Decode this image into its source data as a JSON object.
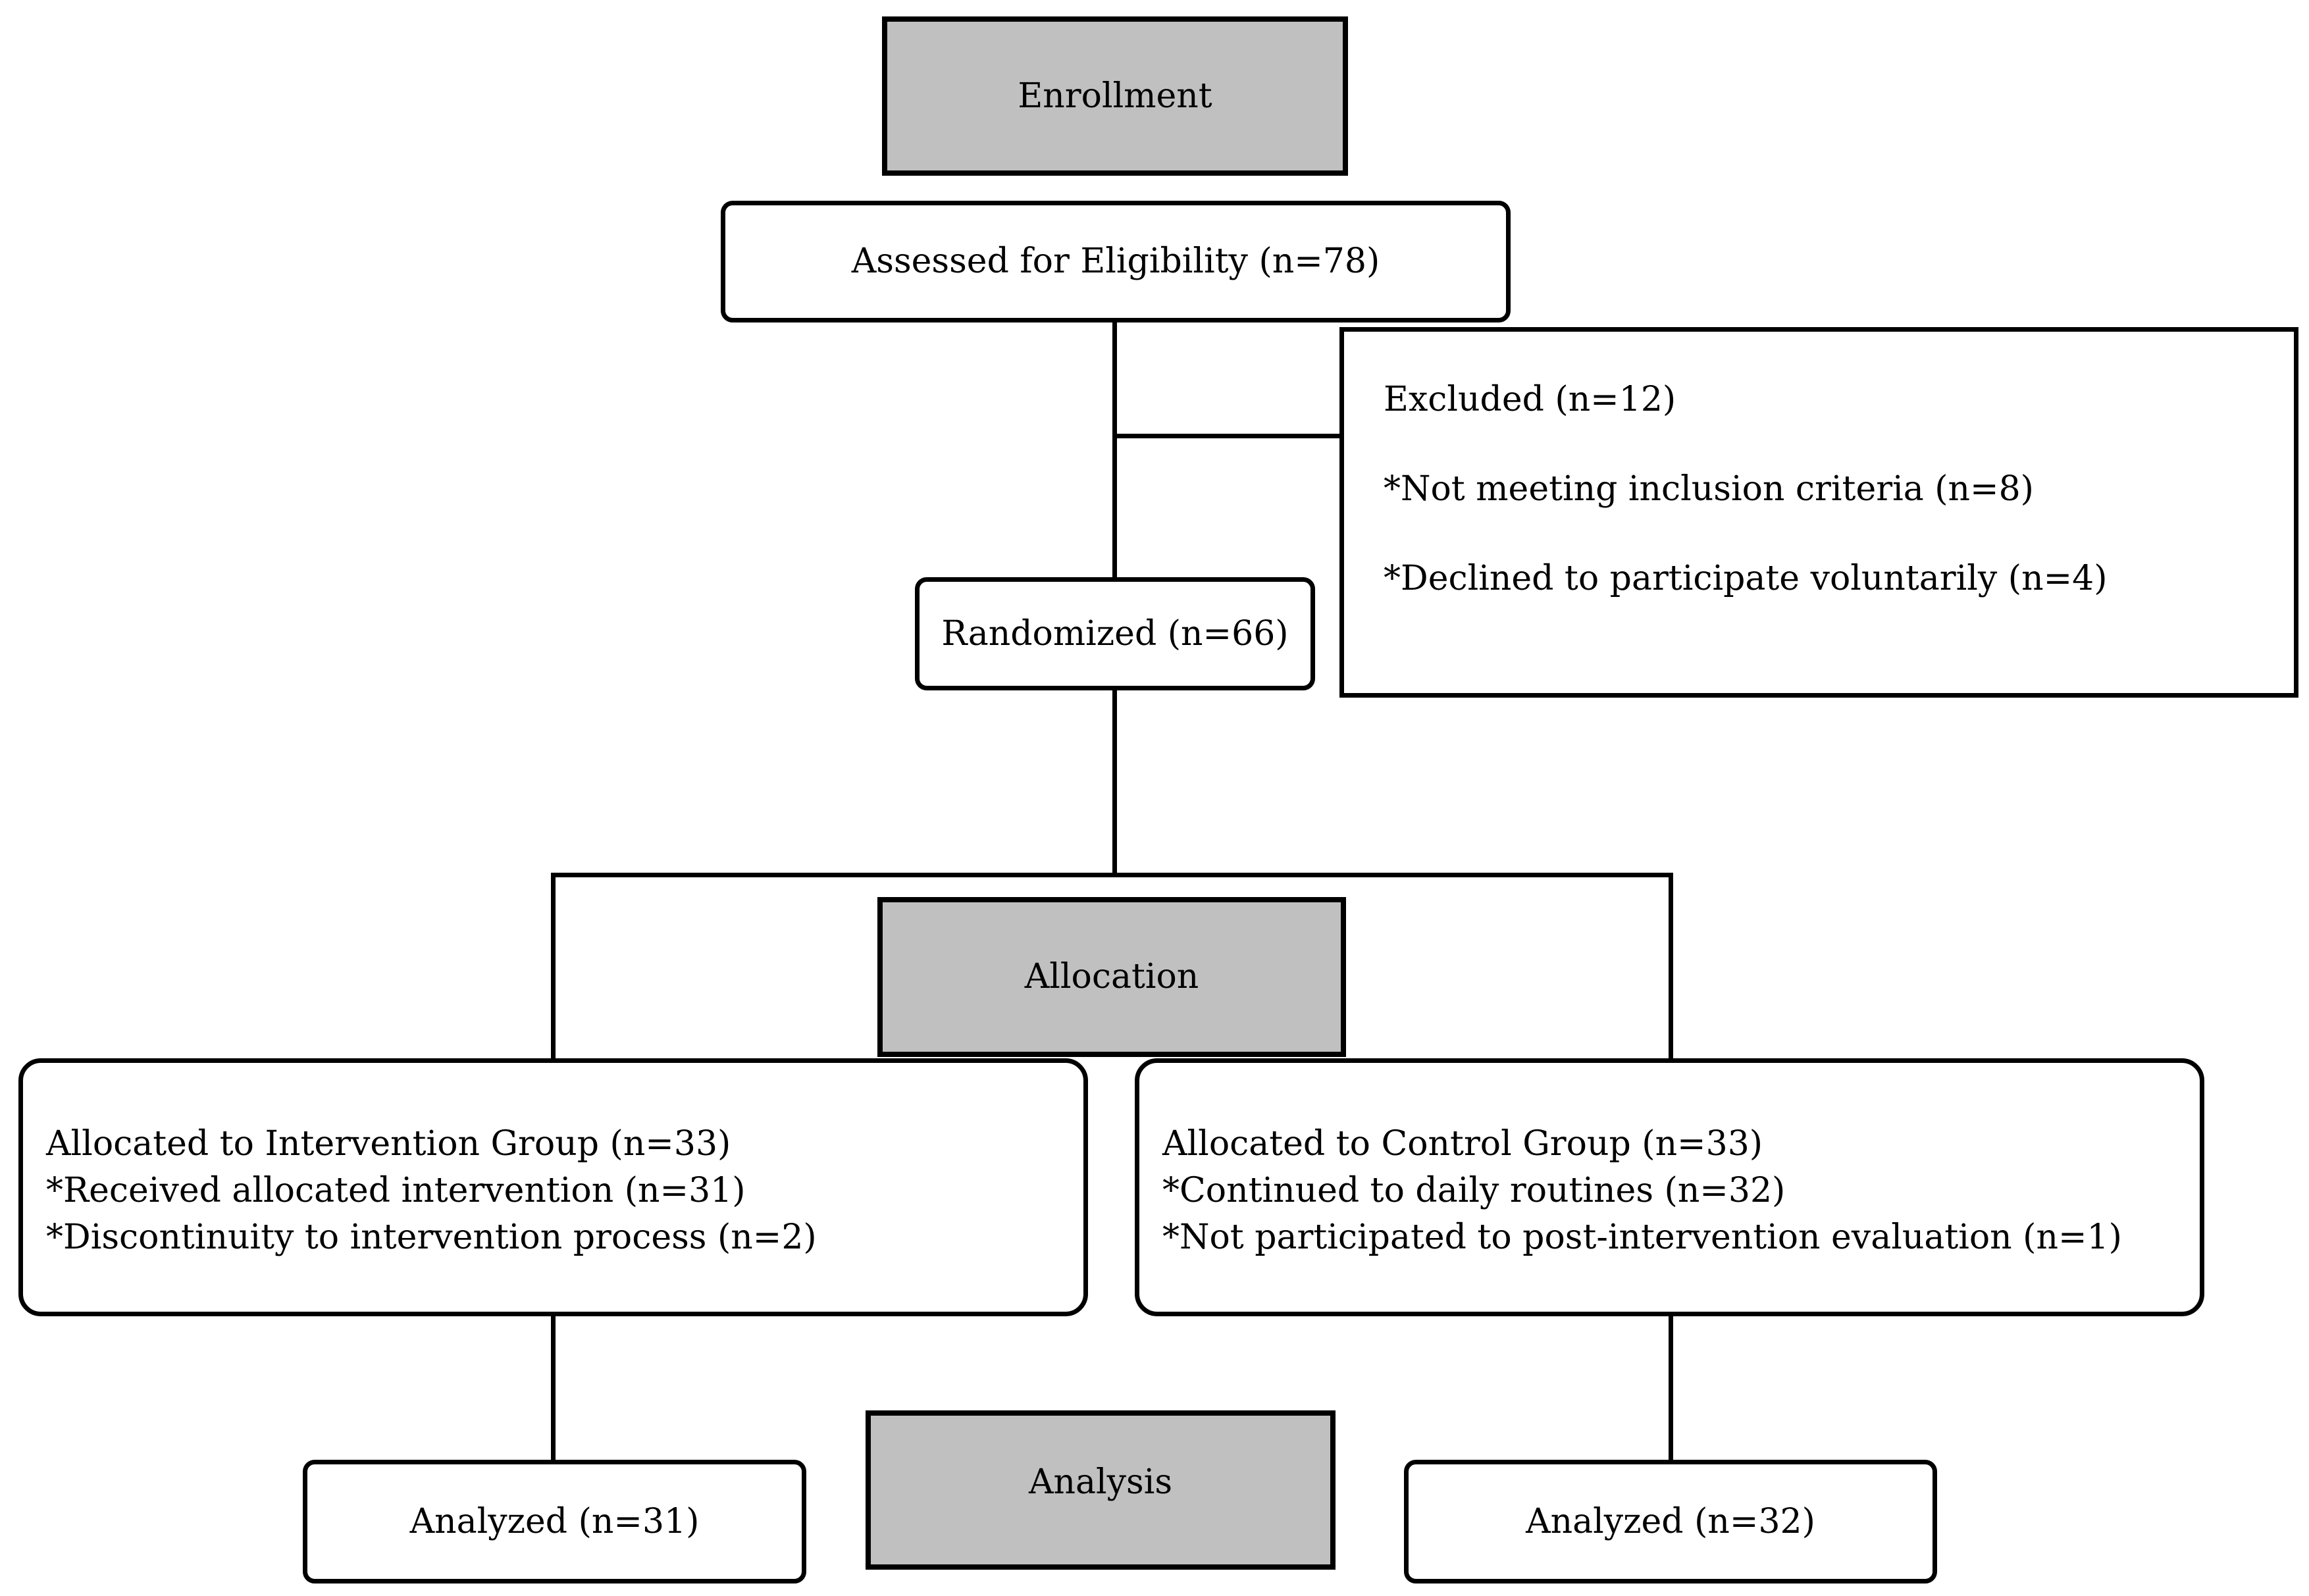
{
  "sections": {
    "enrollment": "Enrollment",
    "allocation": "Allocation",
    "analysis": "Analysis"
  },
  "assessed": "Assessed for Eligibility (n=78)",
  "excluded": {
    "title": "Excluded (n=12)",
    "reasons": [
      "*Not meeting inclusion criteria (n=8)",
      "*Declined to participate voluntarily (n=4)"
    ]
  },
  "randomized": "Randomized (n=66)",
  "intervention": {
    "lines": [
      "Allocated to Intervention Group (n=33)",
      "*Received allocated intervention (n=31)",
      "*Discontinuity to intervention process (n=2)"
    ],
    "analyzed": "Analyzed (n=31)"
  },
  "control": {
    "lines": [
      "Allocated to Control Group (n=33)",
      "*Continued to daily routines (n=32)",
      "*Not participated to post-intervention evaluation (n=1)"
    ],
    "analyzed": "Analyzed (n=32)"
  },
  "colors": {
    "section_fill": "#c0c0c0",
    "stroke": "#000000",
    "background": "#ffffff"
  }
}
